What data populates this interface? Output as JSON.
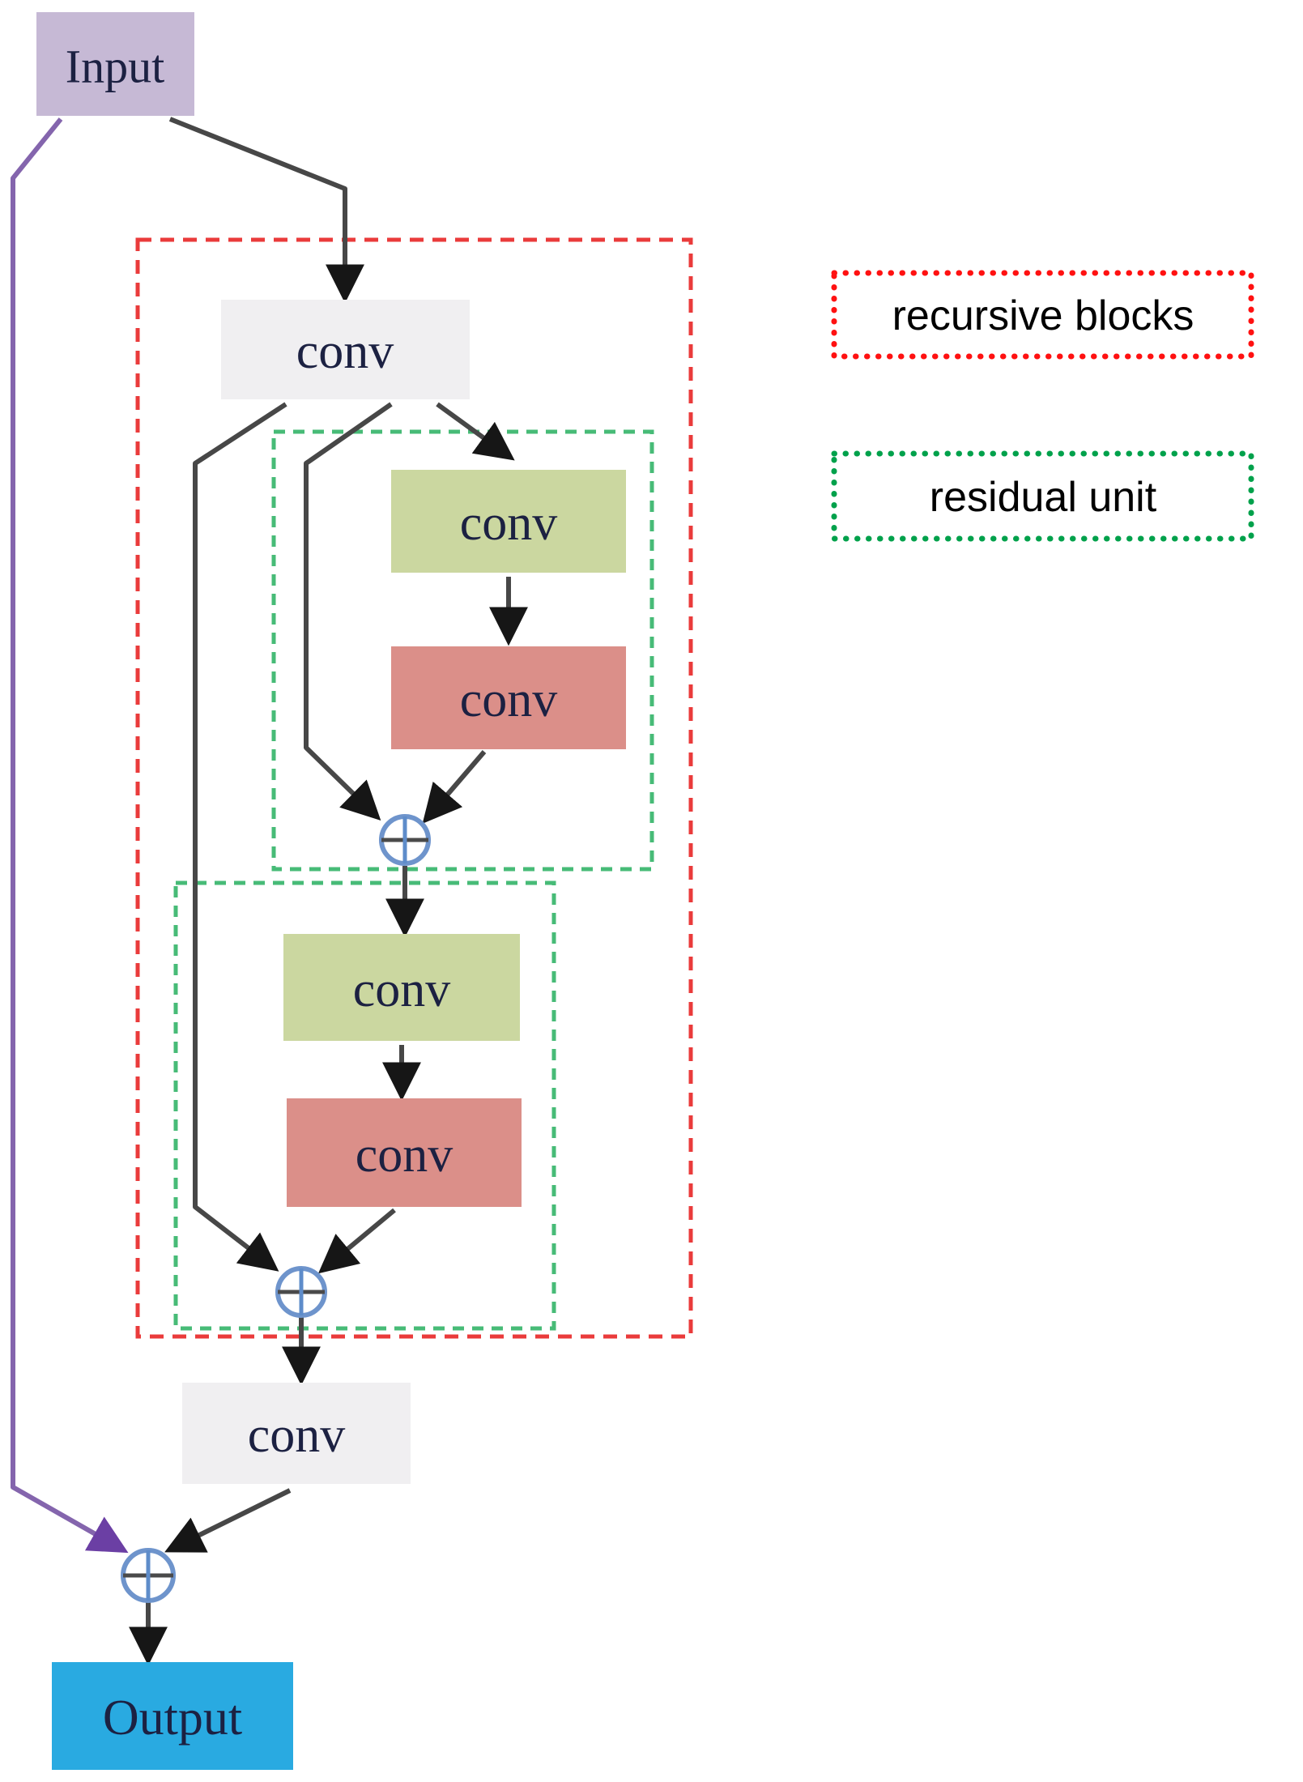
{
  "nodes": {
    "input": {
      "label": "Input"
    },
    "conv_first": {
      "label": "conv"
    },
    "ru1_conv1": {
      "label": "conv"
    },
    "ru1_conv2": {
      "label": "conv"
    },
    "ru2_conv1": {
      "label": "conv"
    },
    "ru2_conv2": {
      "label": "conv"
    },
    "conv_last": {
      "label": "conv"
    },
    "output": {
      "label": "Output"
    }
  },
  "operators": {
    "add": "plus-circle"
  },
  "legend": {
    "recursive_blocks": {
      "label": "recursive blocks",
      "border_color": "#ff1111"
    },
    "residual_unit": {
      "label": "residual unit",
      "border_color": "#00a14b"
    }
  },
  "colors": {
    "background": "#ffffff",
    "input_fill": "#c6b9d5",
    "conv_fill_gray": "#f0eff1",
    "conv_fill_green": "#cbd7a0",
    "conv_fill_pink": "#db8f89",
    "output_fill": "#29aae1",
    "label_text": "#1c2142",
    "legend_text": "#000000",
    "line": "#474747",
    "arrow_head": "#161616",
    "skip_line": "#8465ad",
    "skip_arrow_head": "#6b3fa4",
    "recursive_box_border": "#ea3b3b",
    "residual_box_border": "#47bb77",
    "add_circle_fill": "#ffffff",
    "add_circle_ring": "#6e94cc",
    "add_cross_horizontal": "#4a4a4a",
    "add_cross_vertical": "#5e8cca"
  }
}
